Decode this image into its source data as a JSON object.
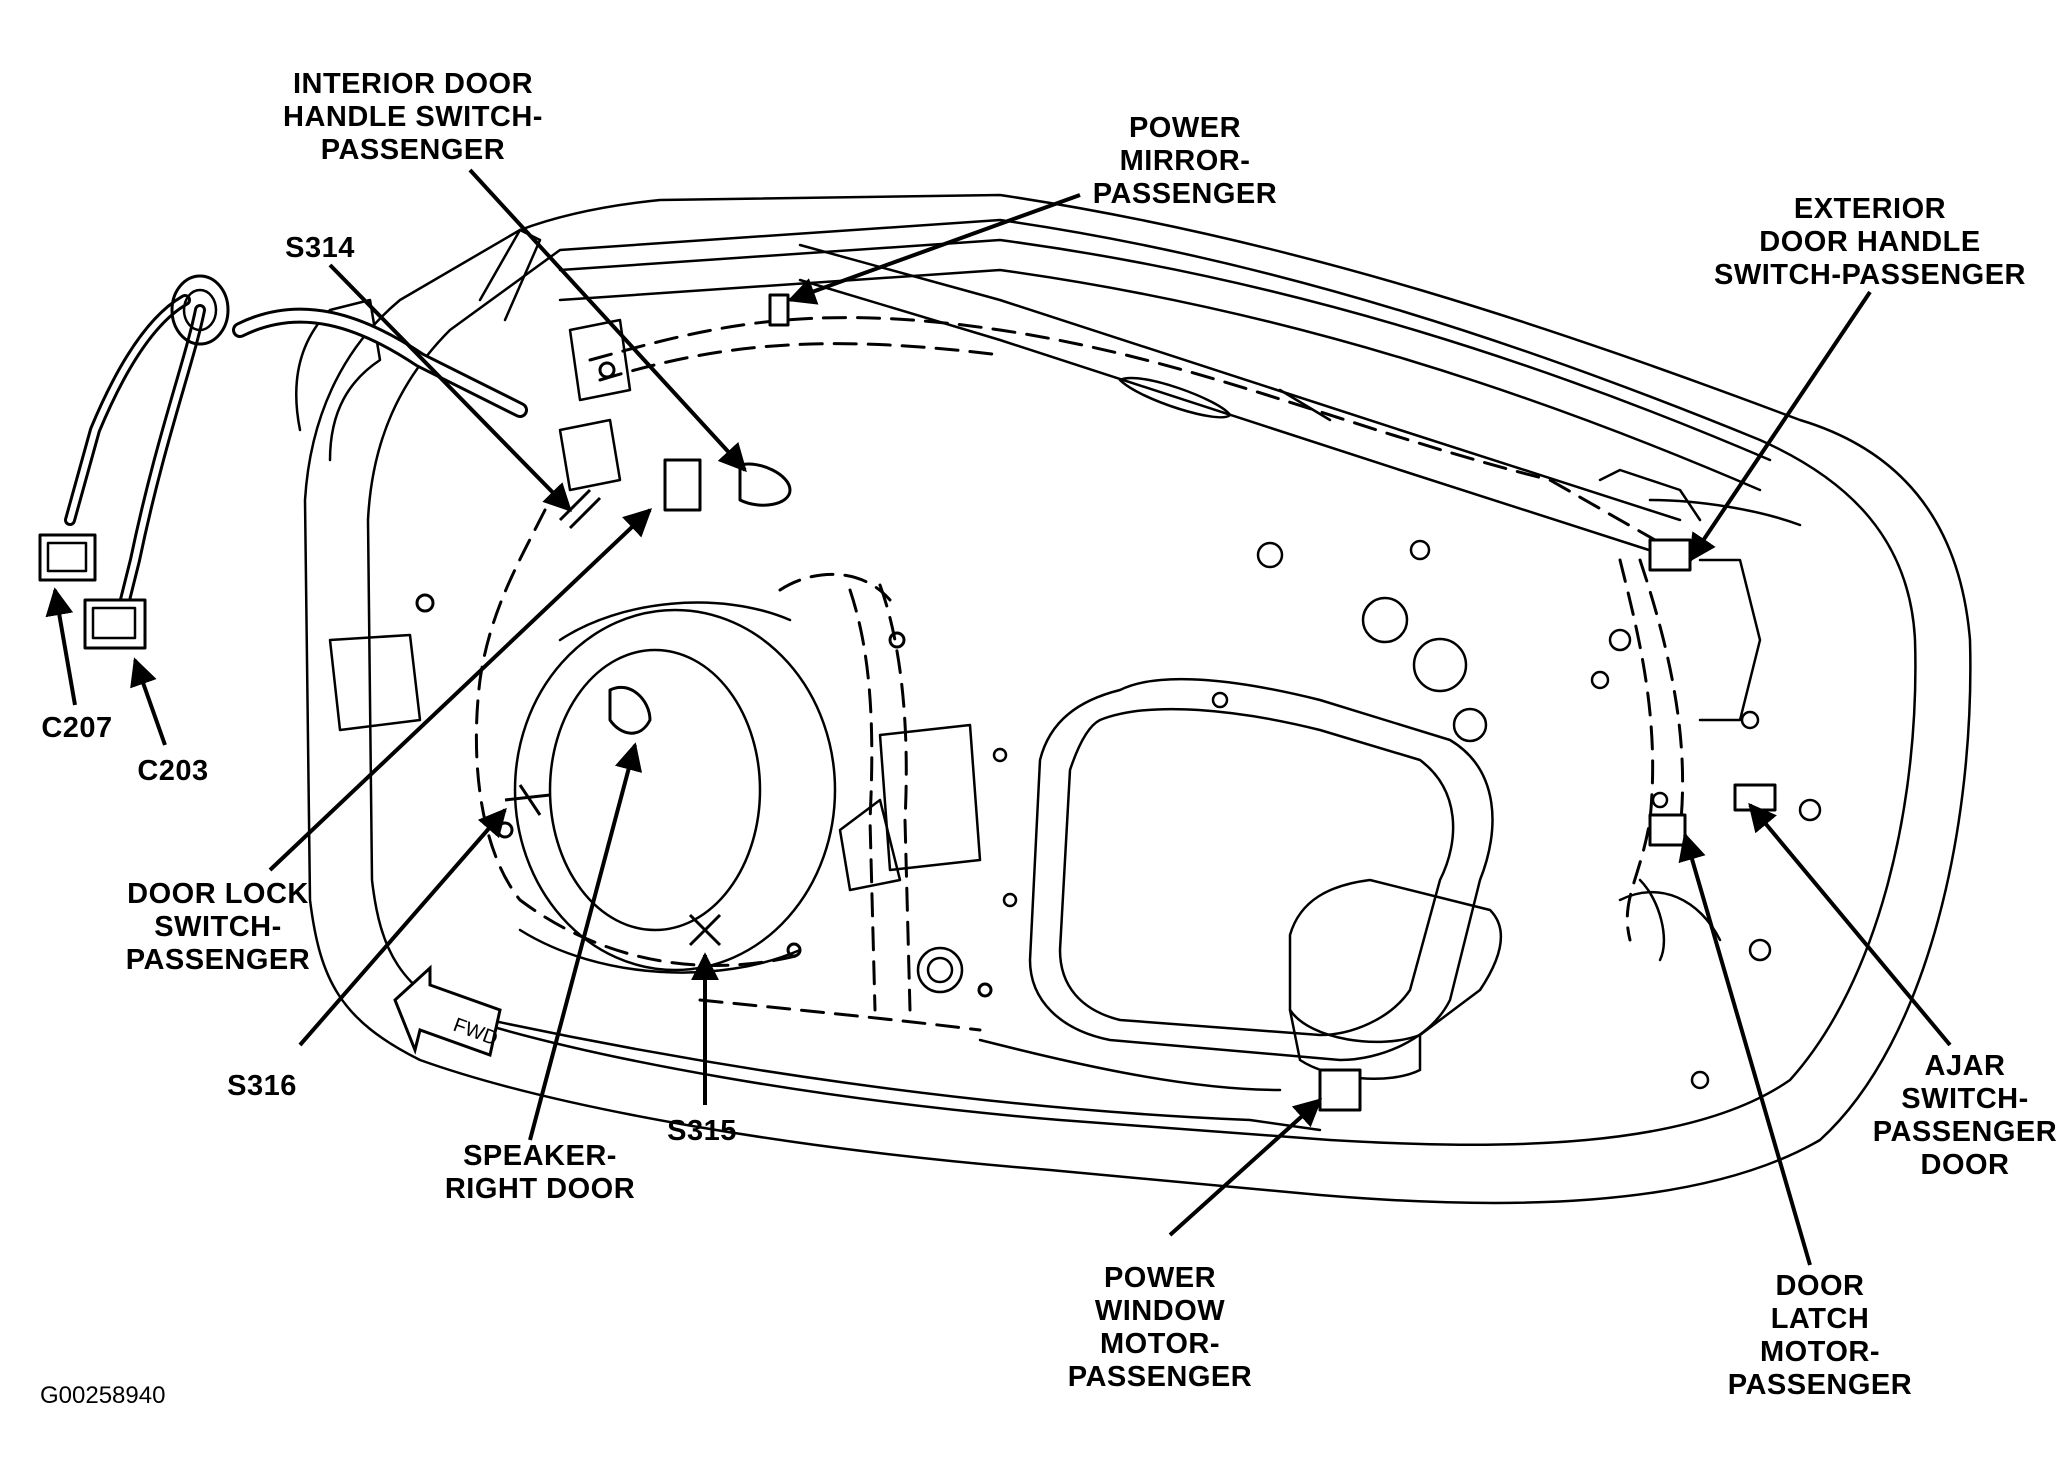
{
  "labels": {
    "interior_door_handle": "INTERIOR DOOR\nHANDLE SWITCH-\nPASSENGER",
    "power_mirror": "POWER\nMIRROR-\nPASSENGER",
    "exterior_door_handle": "EXTERIOR\nDOOR HANDLE\nSWITCH-PASSENGER",
    "s314": "S314",
    "c207": "C207",
    "c203": "C203",
    "door_lock_switch": "DOOR LOCK\nSWITCH-\nPASSENGER",
    "s316": "S316",
    "speaker": "SPEAKER-\nRIGHT DOOR",
    "s315": "S315",
    "power_window_motor": "POWER\nWINDOW\nMOTOR-\nPASSENGER",
    "door_latch_motor": "DOOR\nLATCH\nMOTOR-\nPASSENGER",
    "ajar_switch": "AJAR\nSWITCH-\nPASSENGER\nDOOR"
  },
  "fwd_arrow_text": "FWD",
  "figure_id": "G00258940",
  "colors": {
    "line": "#000000",
    "background": "#ffffff"
  }
}
